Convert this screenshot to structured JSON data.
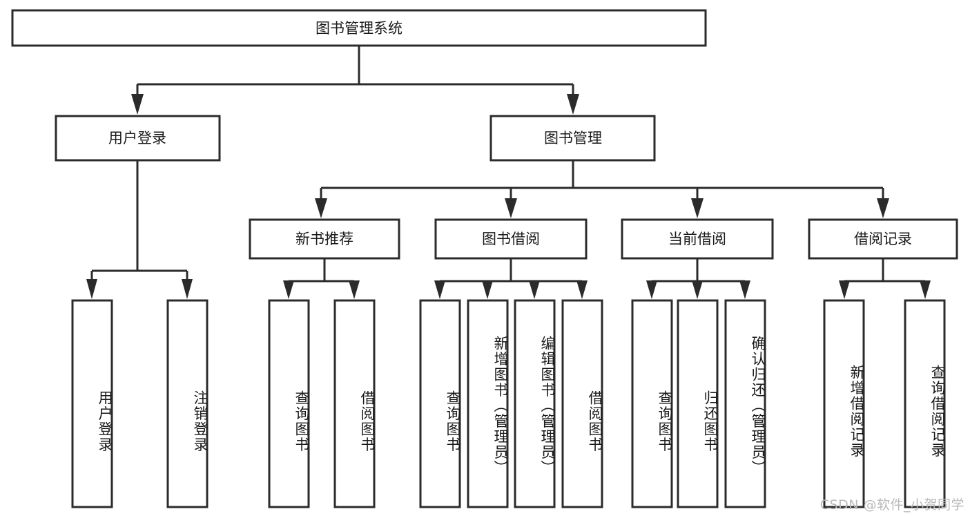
{
  "diagram": {
    "title": "图书管理系统",
    "type": "tree-hierarchy-chart",
    "orientation": "top-down",
    "colors": {
      "box_stroke": "#2b2b2b",
      "box_fill": "#ffffff",
      "connector": "#2b2b2b",
      "text": "#1a1a1a",
      "watermark": "#b9b9b9",
      "background": "#ffffff"
    },
    "root": {
      "label": "图书管理系统"
    },
    "level2": [
      {
        "label": "用户登录"
      },
      {
        "label": "图书管理"
      }
    ],
    "level3": [
      {
        "label": "新书推荐"
      },
      {
        "label": "图书借阅"
      },
      {
        "label": "当前借阅"
      },
      {
        "label": "借阅记录"
      }
    ],
    "leaves": {
      "user_login": [
        {
          "label": "用户登录"
        },
        {
          "label": "注销登录"
        }
      ],
      "new_book_recommend": [
        {
          "label": "查询图书"
        },
        {
          "label": "借阅图书"
        }
      ],
      "book_borrow": [
        {
          "label": "查询图书"
        },
        {
          "label": "新增图书（管理员）"
        },
        {
          "label": "编辑图书（管理员）"
        },
        {
          "label": "借阅图书"
        }
      ],
      "current_borrow": [
        {
          "label": "查询图书"
        },
        {
          "label": "归还图书"
        },
        {
          "label": "确认归还（管理员）"
        }
      ],
      "borrow_record": [
        {
          "label": "新增借阅记录"
        },
        {
          "label": "查询借阅记录"
        }
      ]
    },
    "watermark": "CSDN @软件_小贺同学"
  }
}
